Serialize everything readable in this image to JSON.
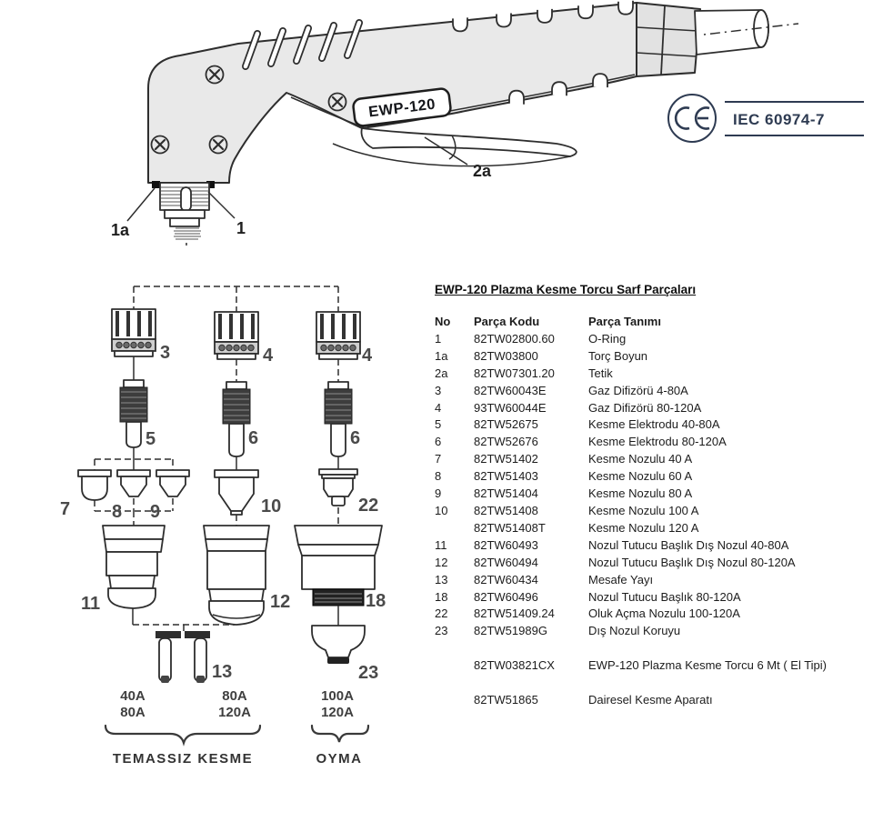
{
  "torch": {
    "model_label": "EWP-120",
    "callouts": {
      "c1a": "1a",
      "c1": "1",
      "c2a": "2a"
    }
  },
  "certification": {
    "ce_mark": "CE",
    "standard": "IEC 60974-7"
  },
  "diagram": {
    "parts": {
      "p3": "3",
      "p4a": "4",
      "p4b": "4",
      "p5": "5",
      "p6a": "6",
      "p6b": "6",
      "p7": "7",
      "p8": "8",
      "p9": "9",
      "p10": "10",
      "p22": "22",
      "p11": "11",
      "p12": "12",
      "p18": "18",
      "p13": "13",
      "p23": "23"
    },
    "amp_groups": [
      {
        "line1": "40A",
        "line2": "80A"
      },
      {
        "line1": "80A",
        "line2": "120A"
      },
      {
        "line1": "100A",
        "line2": "120A"
      }
    ],
    "captions": {
      "contact_free_cutting": "TEMASSIZ KESME",
      "gouging": "OYMA"
    }
  },
  "table": {
    "title": "EWP-120 Plazma Kesme Torcu Sarf Parçaları",
    "headers": {
      "no": "No",
      "code": "Parça Kodu",
      "desc": "Parça Tanımı"
    },
    "rows": [
      {
        "no": "1",
        "code": "82TW02800.60",
        "desc": "O-Ring"
      },
      {
        "no": "1a",
        "code": "82TW03800",
        "desc": "Torç Boyun"
      },
      {
        "no": "2a",
        "code": "82TW07301.20",
        "desc": "Tetik"
      },
      {
        "no": "3",
        "code": "82TW60043E",
        "desc": "Gaz Difizörü 4-80A"
      },
      {
        "no": "4",
        "code": "93TW60044E",
        "desc": "Gaz Difizörü 80-120A"
      },
      {
        "no": "5",
        "code": "82TW52675",
        "desc": "Kesme Elektrodu 40-80A"
      },
      {
        "no": "6",
        "code": "82TW52676",
        "desc": "Kesme Elektrodu 80-120A"
      },
      {
        "no": "7",
        "code": "82TW51402",
        "desc": "Kesme Nozulu 40 A"
      },
      {
        "no": "8",
        "code": "82TW51403",
        "desc": "Kesme Nozulu 60 A"
      },
      {
        "no": "9",
        "code": "82TW51404",
        "desc": "Kesme Nozulu 80 A"
      },
      {
        "no": "10",
        "code": "82TW51408",
        "desc": "Kesme Nozulu 100 A"
      },
      {
        "no": "",
        "code": "82TW51408T",
        "desc": "Kesme Nozulu 120 A"
      },
      {
        "no": "11",
        "code": "82TW60493",
        "desc": "Nozul Tutucu Başlık Dış Nozul 40-80A"
      },
      {
        "no": "12",
        "code": "82TW60494",
        "desc": "Nozul Tutucu Başlık Dış Nozul 80-120A"
      },
      {
        "no": "13",
        "code": "82TW60434",
        "desc": "Mesafe Yayı"
      },
      {
        "no": "18",
        "code": "82TW60496",
        "desc": "Nozul Tutucu Başlık 80-120A"
      },
      {
        "no": "22",
        "code": "82TW51409.24",
        "desc": "Oluk Açma Nozulu 100-120A"
      },
      {
        "no": "23",
        "code": "82TW51989G",
        "desc": "Dış Nozul Koruyu"
      }
    ],
    "extra_rows": [
      {
        "no": "",
        "code": "82TW03821CX",
        "desc": "EWP-120 Plazma Kesme Torcu 6 Mt ( El Tipi)"
      },
      {
        "no": "",
        "code": "82TW51865",
        "desc": "Dairesel Kesme Aparatı"
      }
    ]
  }
}
